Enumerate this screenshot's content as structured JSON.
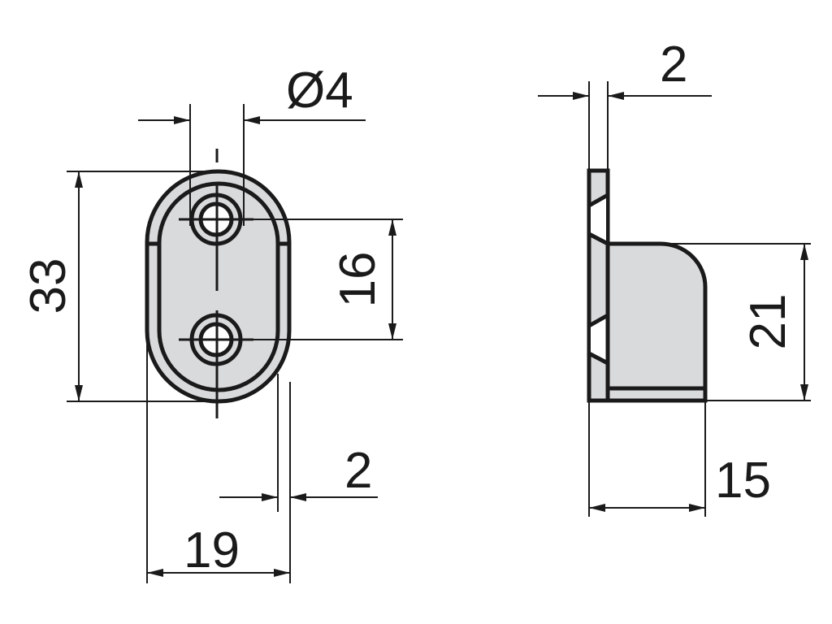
{
  "colors": {
    "part_fill": "#d9dadc",
    "line": "#1a1a1a"
  },
  "front_view": {
    "hole_diameter": "Ø4",
    "height": "33",
    "hole_spacing": "16",
    "wall": "2",
    "width": "19"
  },
  "side_view": {
    "plate_thickness": "2",
    "body_height": "21",
    "depth": "15"
  }
}
